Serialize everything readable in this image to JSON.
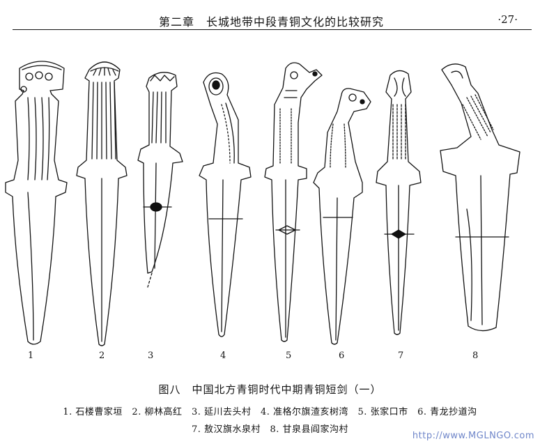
{
  "header": {
    "chapter_title": "第二章　长城地带中段青铜文化的比较研究",
    "page_number": "·27·"
  },
  "figure": {
    "numbers": [
      "1",
      "2",
      "3",
      "4",
      "5",
      "6",
      "7",
      "8"
    ],
    "title": "图八　中国北方青铜时代中期青铜短剑（一）",
    "legend_line1": "1. 石楼曹家垣　2. 柳林高红　3. 延川去头村　4. 准格尔旗渣亥树湾　5. 张家口市　6. 青龙抄道沟",
    "legend_line2": "7. 敖汉旗水泉村　8. 甘泉县阎家沟村"
  },
  "watermark": "http://www.MGLNGO.com"
}
